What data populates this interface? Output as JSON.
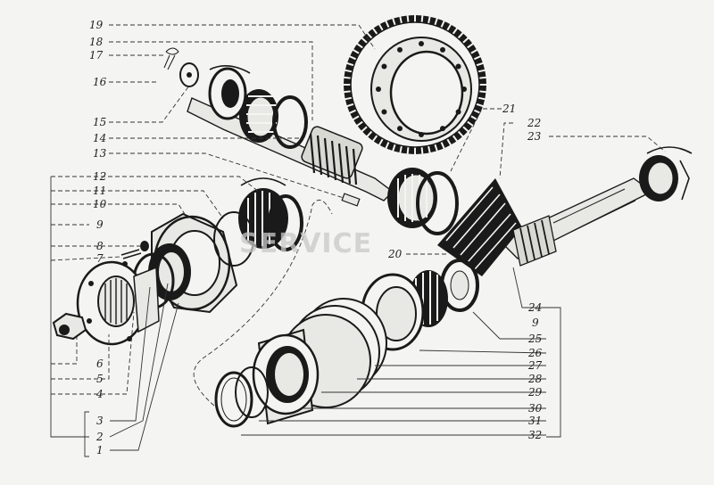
{
  "watermark": "SERVICE",
  "labels": {
    "l1": "1",
    "l2": "2",
    "l3": "3",
    "l4": "4",
    "l5": "5",
    "l6": "6",
    "l7": "7",
    "l8": "8",
    "l9a": "9",
    "l9b": "9",
    "l10": "10",
    "l11": "11",
    "l12": "12",
    "l13": "13",
    "l14": "14",
    "l15": "15",
    "l16": "16",
    "l17": "17",
    "l18": "18",
    "l19": "19",
    "l20": "20",
    "l21": "21",
    "l22": "22",
    "l23": "23",
    "l24": "24",
    "l25": "25",
    "l26": "26",
    "l27": "27",
    "l28": "28",
    "l29": "29",
    "l30": "30",
    "l31": "31",
    "l32": "32"
  }
}
